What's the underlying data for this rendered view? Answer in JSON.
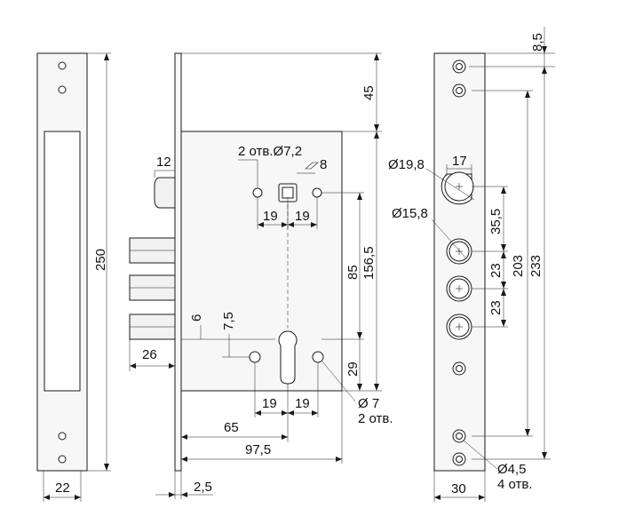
{
  "dimensions": {
    "faceplate_height": "250",
    "faceplate_width": "22",
    "bolt_offset": "26",
    "body_thickness": "2,5",
    "latch_width": "12",
    "spindle_holes": "2 отв.Ø7,2",
    "spindle_square": "8",
    "spindle_left": "19",
    "spindle_right": "19",
    "body_top": "45",
    "center_distance": "85",
    "backset_height": "156,5",
    "bottom_gap": "29",
    "small_6": "6",
    "small_75": "7,5",
    "cyl_left": "19",
    "cyl_right": "19",
    "cyl_holes_dia": "Ø 7",
    "cyl_holes_count": "2 отв.",
    "backset_65": "65",
    "backset_975": "97,5",
    "right_top": "8,5",
    "strike_big_dia": "Ø19,8",
    "strike_big_width": "17",
    "strike_mid_dia": "Ø15,8",
    "strike_355": "35,5",
    "strike_23a": "23",
    "strike_23b": "23",
    "strike_203": "203",
    "strike_233": "233",
    "screw_dia": "Ø4,5",
    "screw_count": "4 отв.",
    "strike_width": "30"
  },
  "colors": {
    "line": "#1a1a1a",
    "fill": "#f7f7f7"
  }
}
